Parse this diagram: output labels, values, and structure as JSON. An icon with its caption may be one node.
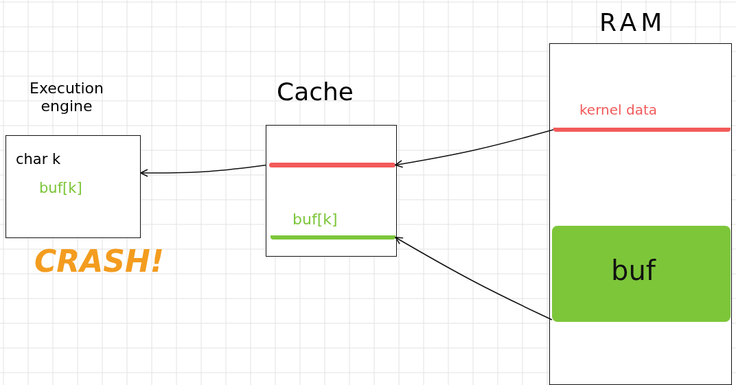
{
  "diagram": {
    "nodes": [
      {
        "text": [
          "Execution engine",
          "char k",
          "buf[k]"
        ],
        "beside": [
          "CRASH!"
        ]
      },
      {
        "text": [
          "Cache"
        ]
      },
      {
        "text": [],
        "shape": "bar",
        "in": 1
      },
      {
        "text": [
          "buf[k]"
        ],
        "in": 1
      },
      {
        "text": [
          "RAM"
        ]
      },
      {
        "text": [
          "kernel data"
        ],
        "in": 4
      },
      {
        "text": [
          "buf"
        ],
        "in": 4
      }
    ],
    "edges": [
      {
        "from": 2,
        "to": 0,
        "arrow": "to"
      },
      {
        "from": 5,
        "to": 2,
        "arrow": "to"
      },
      {
        "from": 6,
        "to": 3,
        "arrow": "to"
      }
    ]
  }
}
